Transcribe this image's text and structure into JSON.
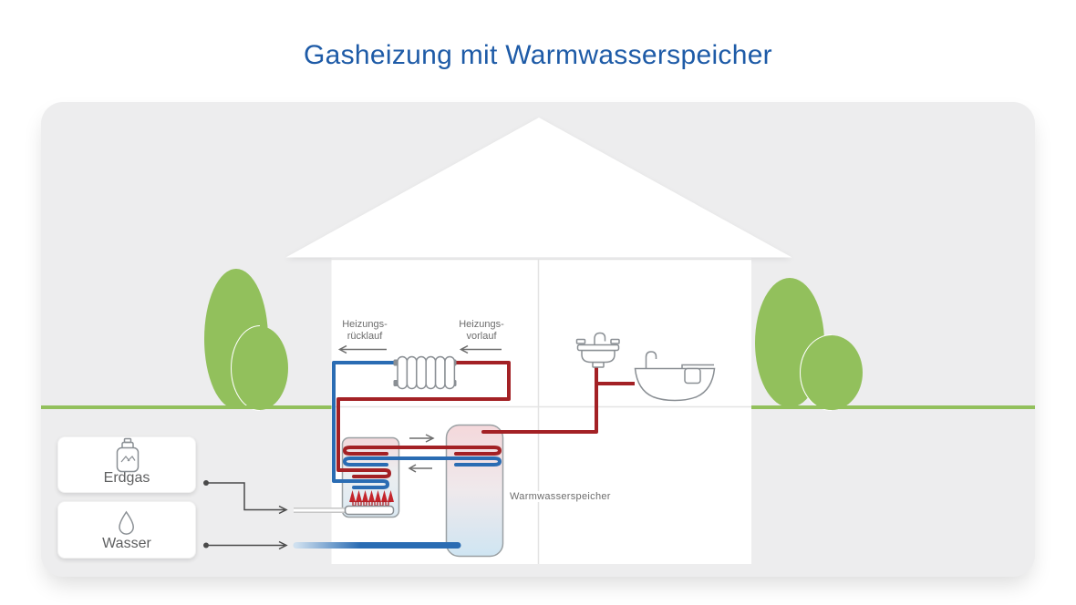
{
  "title": "Gasheizung mit Warmwasserspeicher",
  "diagram": {
    "labels": {
      "heizungs_ruecklauf": "Heizungs-\nrücklauf",
      "heizungs_vorlauf": "Heizungs-\nvorlauf",
      "warmwasserspeicher": "Warmwasserspeicher"
    },
    "legend_cards": [
      {
        "label": "Erdgas",
        "icon": "gas-canister-icon"
      },
      {
        "label": "Wasser",
        "icon": "water-drop-icon"
      }
    ],
    "colors": {
      "title_blue": "#1e5ba7",
      "hot_pipe_red": "#a32125",
      "cold_pipe_blue": "#2a6cb3",
      "flame_red": "#c4252c",
      "tree_green": "#92c05c",
      "panel_gray": "#ededee",
      "label_gray": "#6d6d6d",
      "outline_gray": "#8a8f94"
    }
  }
}
